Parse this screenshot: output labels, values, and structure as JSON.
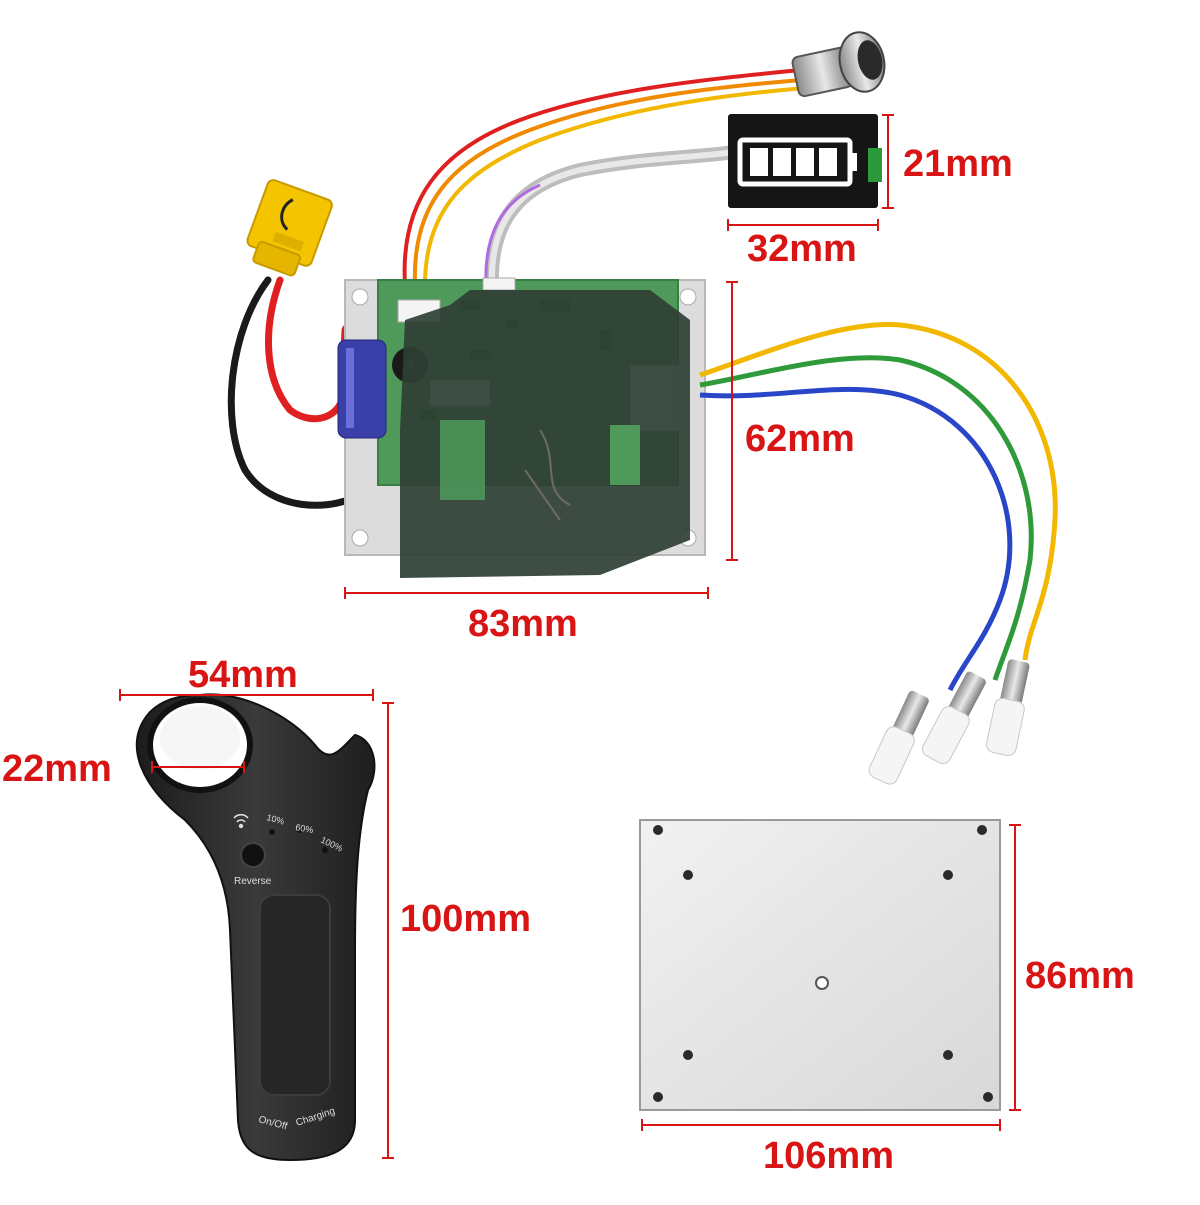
{
  "colors": {
    "dimension": "#d81414",
    "pcb_green": "#4f9a5a",
    "insulation": "#2f3f34",
    "remote_body": "#2c2c2c",
    "plate": "#e6e6e6",
    "wire_red": "#e02020",
    "wire_yellow": "#f2b800",
    "wire_green": "#2e9a3a",
    "wire_blue": "#2a46c8",
    "wire_black": "#1a1a1a",
    "connector_yellow": "#f5c400"
  },
  "dimensions": {
    "battery_height": "21mm",
    "battery_width": "32mm",
    "board_height": "62mm",
    "board_width": "83mm",
    "remote_width": "54mm",
    "remote_ring": "22mm",
    "remote_height": "100mm",
    "plate_height": "86mm",
    "plate_width": "106mm"
  },
  "remote": {
    "reverse_label": "Reverse",
    "level_10": "10%",
    "level_60": "60%",
    "level_100": "100%",
    "onoff_label": "On/Off",
    "charging_label": "Charging",
    "wifi_icon": "wifi-icon"
  },
  "battery_indicator": {
    "bars_lit": 4,
    "bars_total": 4
  }
}
